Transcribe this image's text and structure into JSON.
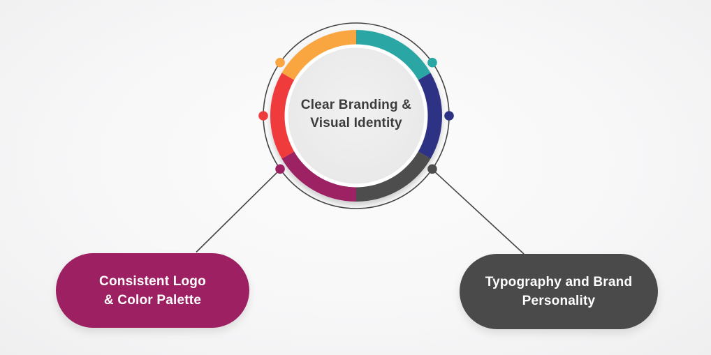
{
  "colors": {
    "outline": "#444444",
    "teal": "#2aa6a4",
    "indigo": "#2e3284",
    "dark_gray": "#4d4d4d",
    "magenta": "#9d2063",
    "red": "#ef3b3b",
    "orange": "#f9a541",
    "inner_circle_fill": "#ececec",
    "center_text": "#3b3b3b",
    "node_text": "#ffffff",
    "left_node_fill": "#9d2063",
    "right_node_fill": "#4a4a4a"
  },
  "diagram": {
    "center_node": {
      "label": "Clear Branding & Visual Identity",
      "line1": "Clear Branding &",
      "line2": "Visual Identity"
    },
    "left_node": {
      "label": "Consistent Logo & Color Palette",
      "line1": "Consistent Logo",
      "line2": "& Color Palette"
    },
    "right_node": {
      "label": "Typography and Brand Personality",
      "line1": "Typography and Brand",
      "line2": "Personality"
    },
    "ring_segments": [
      {
        "position": "top-right",
        "color_name": "teal"
      },
      {
        "position": "right",
        "color_name": "indigo"
      },
      {
        "position": "bottom-right",
        "color_name": "dark_gray"
      },
      {
        "position": "bottom-left",
        "color_name": "magenta"
      },
      {
        "position": "left",
        "color_name": "red"
      },
      {
        "position": "top-left",
        "color_name": "orange"
      }
    ]
  }
}
